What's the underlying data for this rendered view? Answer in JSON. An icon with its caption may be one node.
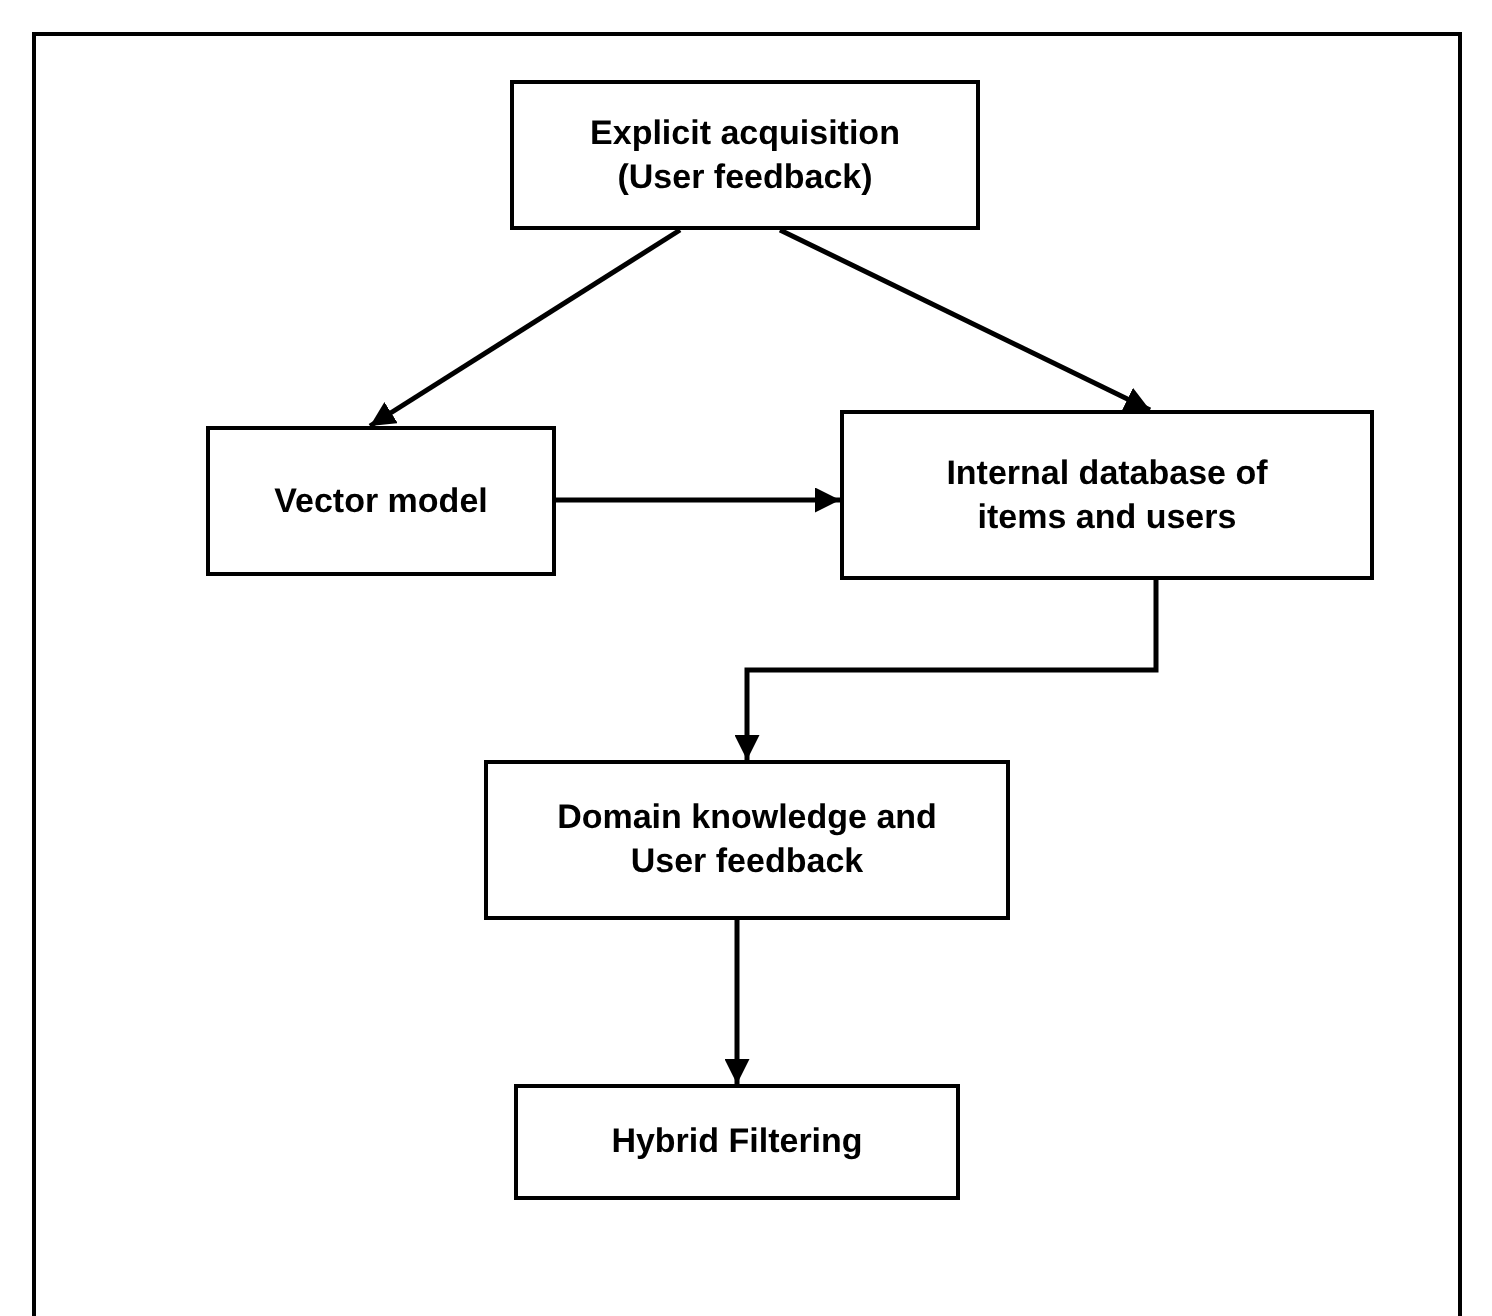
{
  "diagram": {
    "nodes": [
      {
        "text": [
          "Explicit acquisition",
          "(User feedback)"
        ]
      },
      {
        "text": [
          "Vector model"
        ]
      },
      {
        "text": [
          "Internal database of items and users"
        ]
      },
      {
        "text": [
          "Domain knowledge and User feedback"
        ]
      },
      {
        "text": [
          "Hybrid Filtering"
        ]
      }
    ],
    "edges": [
      {
        "from": 0,
        "to": 1,
        "arrow": "to"
      },
      {
        "from": 0,
        "to": 2,
        "arrow": "to"
      },
      {
        "from": 1,
        "to": 2,
        "arrow": "to"
      },
      {
        "from": 2,
        "to": 3,
        "arrow": "to"
      },
      {
        "from": 3,
        "to": 4,
        "arrow": "to"
      }
    ]
  }
}
